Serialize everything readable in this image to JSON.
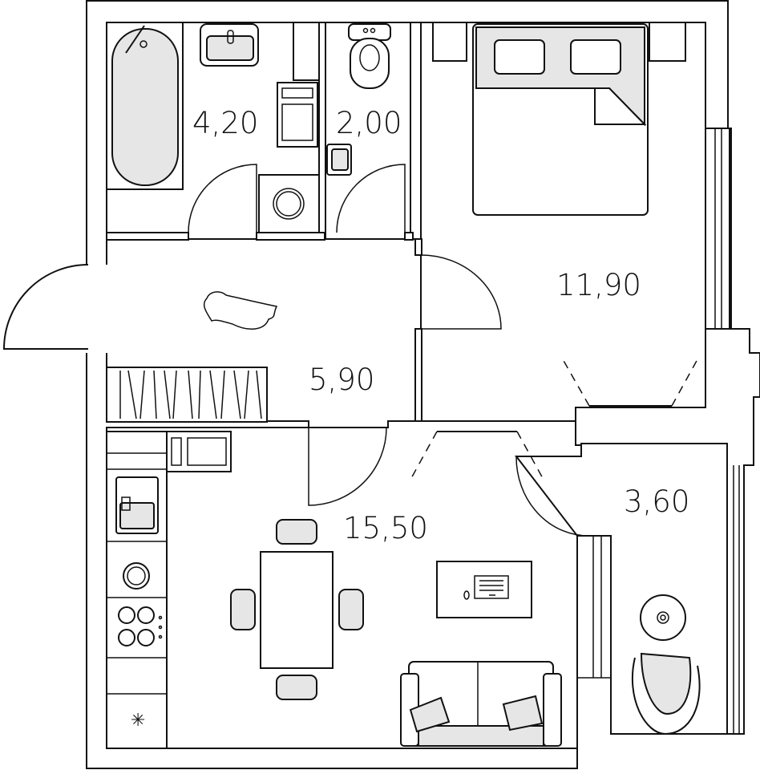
{
  "plan": {
    "rooms": [
      {
        "id": "bathroom",
        "area": "4,20"
      },
      {
        "id": "toilet",
        "area": "2,00"
      },
      {
        "id": "bedroom",
        "area": "11,90"
      },
      {
        "id": "hallway",
        "area": "5,90"
      },
      {
        "id": "kitchen-living",
        "area": "15,50"
      },
      {
        "id": "balcony",
        "area": "3,60"
      }
    ],
    "colors": {
      "line": "#111111",
      "fixture_fill": "#e6e6e6",
      "background": "#ffffff"
    }
  }
}
